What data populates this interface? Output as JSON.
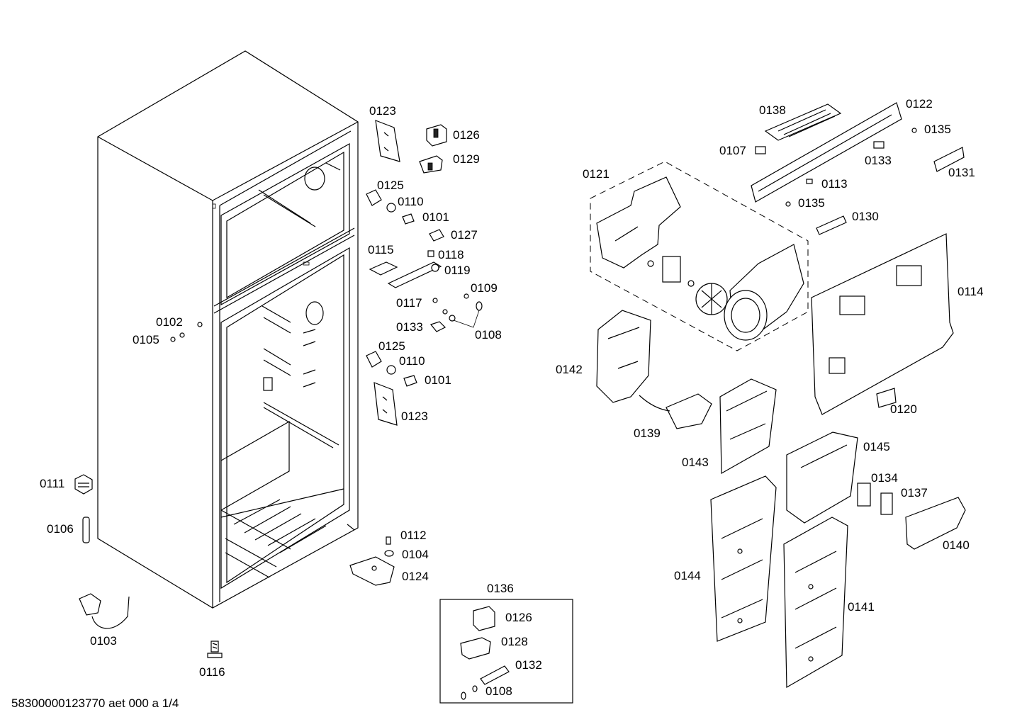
{
  "document_id": "58300000123770 aet 000 a 1/4",
  "kit_label": "0136",
  "part_labels": {
    "p0101a": "0101",
    "p0101b": "0101",
    "p0102": "0102",
    "p0103": "0103",
    "p0104": "0104",
    "p0105": "0105",
    "p0106": "0106",
    "p0107": "0107",
    "p0108a": "0108",
    "p0108b": "0108",
    "p0109": "0109",
    "p0110a": "0110",
    "p0110b": "0110",
    "p0111": "0111",
    "p0112": "0112",
    "p0113": "0113",
    "p0114": "0114",
    "p0115": "0115",
    "p0116": "0116",
    "p0117": "0117",
    "p0118": "0118",
    "p0119": "0119",
    "p0120": "0120",
    "p0121": "0121",
    "p0122": "0122",
    "p0123a": "0123",
    "p0123b": "0123",
    "p0124": "0124",
    "p0125a": "0125",
    "p0125b": "0125",
    "p0126a": "0126",
    "p0126b": "0126",
    "p0127": "0127",
    "p0128": "0128",
    "p0129": "0129",
    "p0130": "0130",
    "p0131": "0131",
    "p0132": "0132",
    "p0133a": "0133",
    "p0133b": "0133",
    "p0134": "0134",
    "p0135a": "0135",
    "p0135b": "0135",
    "p0137": "0137",
    "p0138": "0138",
    "p0139": "0139",
    "p0140": "0140",
    "p0141": "0141",
    "p0142": "0142",
    "p0143": "0143",
    "p0144": "0144",
    "p0145": "0145"
  }
}
